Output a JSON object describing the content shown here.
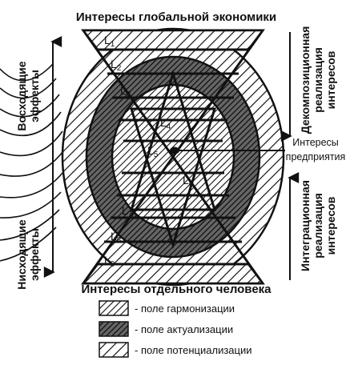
{
  "title_top": "Интересы глобальной экономики",
  "title_bottom": "Интересы отдельного человека",
  "left_top": [
    "Восходящие",
    "эффекты"
  ],
  "left_bottom": [
    "Нисходящие",
    "эффекты"
  ],
  "right_top": [
    "Декомпозиционная",
    "реализация",
    "интересов"
  ],
  "right_bottom": [
    "Интеграционная",
    "реализация",
    "интересов"
  ],
  "center_label": [
    "Интересы",
    "предприятия"
  ],
  "levels": [
    "L1",
    "L2",
    "L3",
    "L4",
    "L5",
    "L6",
    "L7",
    "L8",
    "L9"
  ],
  "legend": [
    {
      "label": "- поле гармонизации"
    },
    {
      "label": "- поле актуализации"
    },
    {
      "label": "- поле потенциализации"
    }
  ]
}
